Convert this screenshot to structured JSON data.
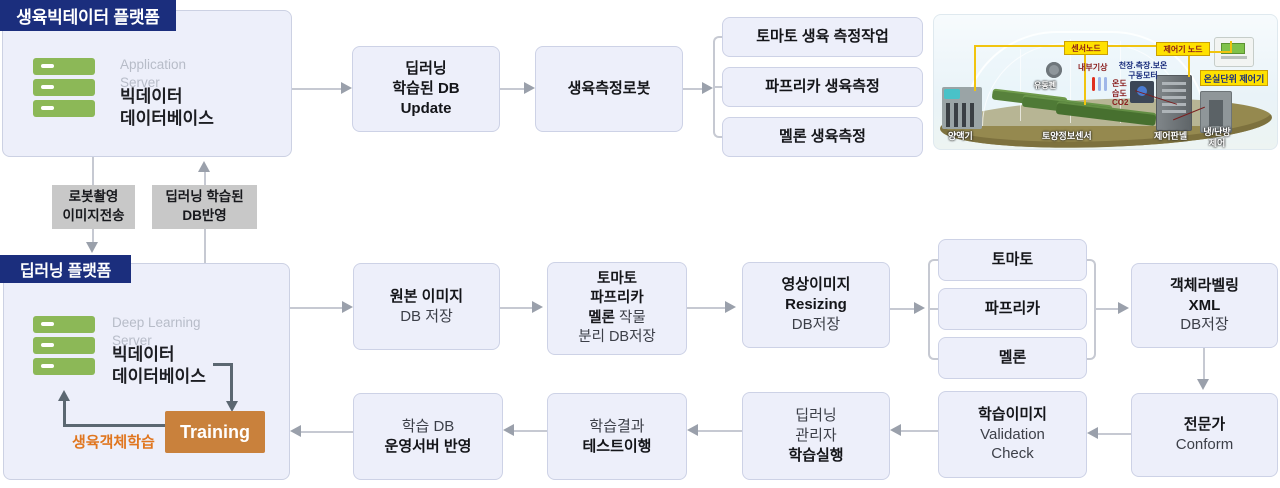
{
  "colors": {
    "badge_navy": "#1b2e7d",
    "panel_fill": "#edeffa",
    "training_orange": "#c9813c",
    "server_green": "#8cb857",
    "caption_orange": "#e0761f",
    "arrow_gray": "#9aa0ab",
    "label_gray": "#c8c8c8",
    "highlight_yellow": "#ffe100"
  },
  "top_platform": {
    "badge": "생육빅테이터 플랫폼",
    "server_en": [
      "Application",
      "Server"
    ],
    "server_ko": [
      "빅데이터",
      "데이터베이스"
    ]
  },
  "deep_platform": {
    "badge": "딥러닝 플랫폼",
    "server_en": [
      "Deep Learning",
      "Server"
    ],
    "server_ko": [
      "빅데이터",
      "데이터베이스"
    ],
    "training": "Training",
    "training_caption": "생육객체학습"
  },
  "transfer": {
    "robot_upload": [
      "로봇촬영",
      "이미지전송"
    ],
    "db_feedback": [
      "딥러닝 학습된",
      "DB반영"
    ]
  },
  "nodes": {
    "db_update": [
      "딥러닝",
      "학습된 DB",
      "Update"
    ],
    "robot": "생육측정로봇",
    "measure_branches": [
      "토마토 생육 측정작업",
      "파프리카 생육측정",
      "멜론 생육측정"
    ],
    "original": [
      "원본 이미지",
      "DB 저장"
    ],
    "separate": {
      "line1": "토마토",
      "line2": "파프리카",
      "bold_word": "멜론",
      "rest_word": " 작물",
      "line4": "분리 DB저장"
    },
    "resizing": [
      "영상이미지",
      "Resizing",
      "DB저장"
    ],
    "crops": [
      "토마토",
      "파프리카",
      "멜론"
    ],
    "labeling": [
      "객체라벨링",
      "XML",
      "DB저장"
    ],
    "conform": [
      "전문가",
      "Conform"
    ],
    "validation": [
      "학습이미지",
      "Validation",
      "Check"
    ],
    "training_run": [
      "딥러닝",
      "관리자",
      "학습실행"
    ],
    "test": [
      "학습결과",
      "테스트이행"
    ],
    "deploy": [
      "학습 DB",
      "운영서버 반영"
    ]
  },
  "greenhouse": {
    "sensor_node": "센서노드",
    "controller_node": "제어기 노드",
    "unit_controller": "온실단위 제어기",
    "indoor_weather": "내부기상",
    "motor_line1": "천장.측장.보온",
    "motor_line2": "구동모터",
    "temp": "온도",
    "humidity": "습도",
    "co2": "CO2",
    "fan": "유동펜",
    "nutrient": "양액기",
    "soil_sensor": "토양정보센서",
    "control_panel": "제어판넬",
    "hvac_line1": "냉/난방",
    "hvac_line2": "제어"
  }
}
